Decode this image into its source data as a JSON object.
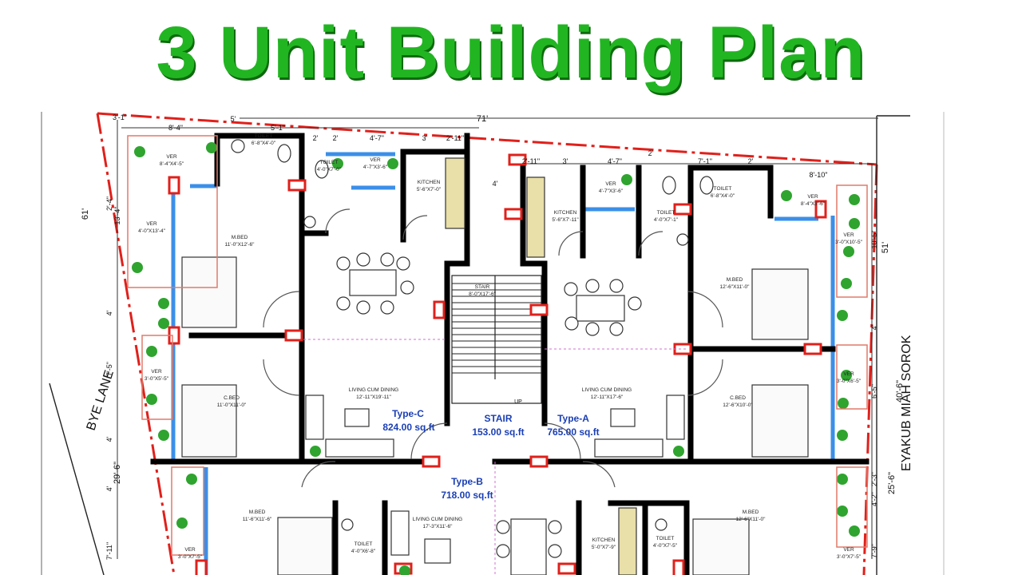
{
  "title": "3 Unit Building Plan",
  "road_labels": {
    "left": "BYE LANE",
    "right": "EYAKUB MIAH SOROK"
  },
  "units": {
    "type_c": {
      "name": "Type-C",
      "area": "824.00 sq.ft"
    },
    "stair": {
      "name": "STAIR",
      "area": "153.00 sq.ft"
    },
    "type_a": {
      "name": "Type-A",
      "area": "765.00 sq.ft"
    },
    "type_b": {
      "name": "Type-B",
      "area": "718.00 sq.ft"
    }
  },
  "rooms": {
    "ver_tl": {
      "name": "VER",
      "size": "8'-4\"X4'-5\""
    },
    "toilet_tl": {
      "name": "TOILET",
      "size": "6'-8\"X4'-0\""
    },
    "toilet_c": {
      "name": "TOILET",
      "size": "4'-0\"X7'-0\""
    },
    "ver_c": {
      "name": "VER",
      "size": "4'-7\"X3'-6\""
    },
    "kitchen_c": {
      "name": "KITCHEN",
      "size": "5'-6\"X7'-0\""
    },
    "ver_l": {
      "name": "VER",
      "size": "4'-0\"X13'-4\""
    },
    "mbed_c": {
      "name": "M.BED",
      "size": "11'-0\"X12'-6\""
    },
    "ver_l2": {
      "name": "VER",
      "size": "3'-0\"X5'-5\""
    },
    "cbed_c": {
      "name": "C.BED",
      "size": "11'-0\"X11'-0\""
    },
    "living_c": {
      "name": "LIVING CUM DINING",
      "size": "12'-11\"X19'-11\""
    },
    "stair_room": {
      "name": "STAIR",
      "size": "8'-0\"X17'-6\""
    },
    "up": {
      "name": "UP"
    },
    "kitchen_a": {
      "name": "KITCHEN",
      "size": "5'-6\"X7'-11\""
    },
    "ver_a": {
      "name": "VER",
      "size": "4'-7\"X3'-6\""
    },
    "toilet_a1": {
      "name": "TOILET",
      "size": "4'-0\"X7'-1\""
    },
    "toilet_a2": {
      "name": "TOILET",
      "size": "6'-8\"X4'-0\""
    },
    "ver_tr": {
      "name": "VER",
      "size": "8'-4\"X3'-6\""
    },
    "ver_r": {
      "name": "VER",
      "size": "3'-0\"X10'-5\""
    },
    "mbed_a": {
      "name": "M.BED",
      "size": "12'-6\"X11'-0\""
    },
    "living_a": {
      "name": "LIVING CUM DINING",
      "size": "12'-11\"X17'-6\""
    },
    "ver_r2": {
      "name": "VER",
      "size": "3'-0\"X6'-5\""
    },
    "cbed_a": {
      "name": "C.BED",
      "size": "12'-6\"X10'-0\""
    },
    "mbed_b": {
      "name": "M.BED",
      "size": "11'-6\"X11'-6\""
    },
    "living_b": {
      "name": "LIVING CUM DINING",
      "size": "17'-3\"X11'-6\""
    },
    "toilet_b1": {
      "name": "TOILET",
      "size": "4'-0\"X6'-8\""
    },
    "kitchen_b": {
      "name": "KITCHEN",
      "size": "5'-0\"X7'-9\""
    },
    "toilet_b2": {
      "name": "TOILET",
      "size": "4'-0\"X7'-5\""
    },
    "mbed_b2": {
      "name": "M.BED",
      "size": "12'-6\"X11'-0\""
    },
    "ver_bl": {
      "name": "VER",
      "size": "3'-0\"X7'-5\""
    },
    "ver_br": {
      "name": "VER",
      "size": "3'-0\"X7'-5\""
    }
  },
  "dimensions": {
    "top_total": "71'",
    "left_depth": "61'",
    "right_depth": "51'",
    "right_road": "40'-6\"",
    "right_lower": "25'-6\"",
    "left_lower": "29'-6\"",
    "top_row": [
      "3'-1\"",
      "8'-4\"",
      "5'",
      "5'-1\"",
      "2'",
      "2'",
      "4'-7\"",
      "3'",
      "2'-11\"",
      "4'",
      "2'-11\"",
      "3'",
      "4'-7\"",
      "2'",
      "7'-1\"",
      "2'",
      "8'-10\""
    ],
    "left_col": [
      "2'-4\"",
      "13'-4\"",
      "4'",
      "7'-5\"",
      "4'",
      "4'",
      "7'-11\""
    ],
    "right_col": [
      "10'-5\"",
      "4'",
      "6'-5\"",
      "2'-3\"",
      "4'-2\"",
      "7'-9\""
    ]
  },
  "colors": {
    "title": "#22b522",
    "title_shadow": "#0d6a0d",
    "wall": "#000000",
    "window": "#3b8fe8",
    "column": "#e0201b",
    "boundary": "#e0201b",
    "plant": "#2fa42f"
  }
}
